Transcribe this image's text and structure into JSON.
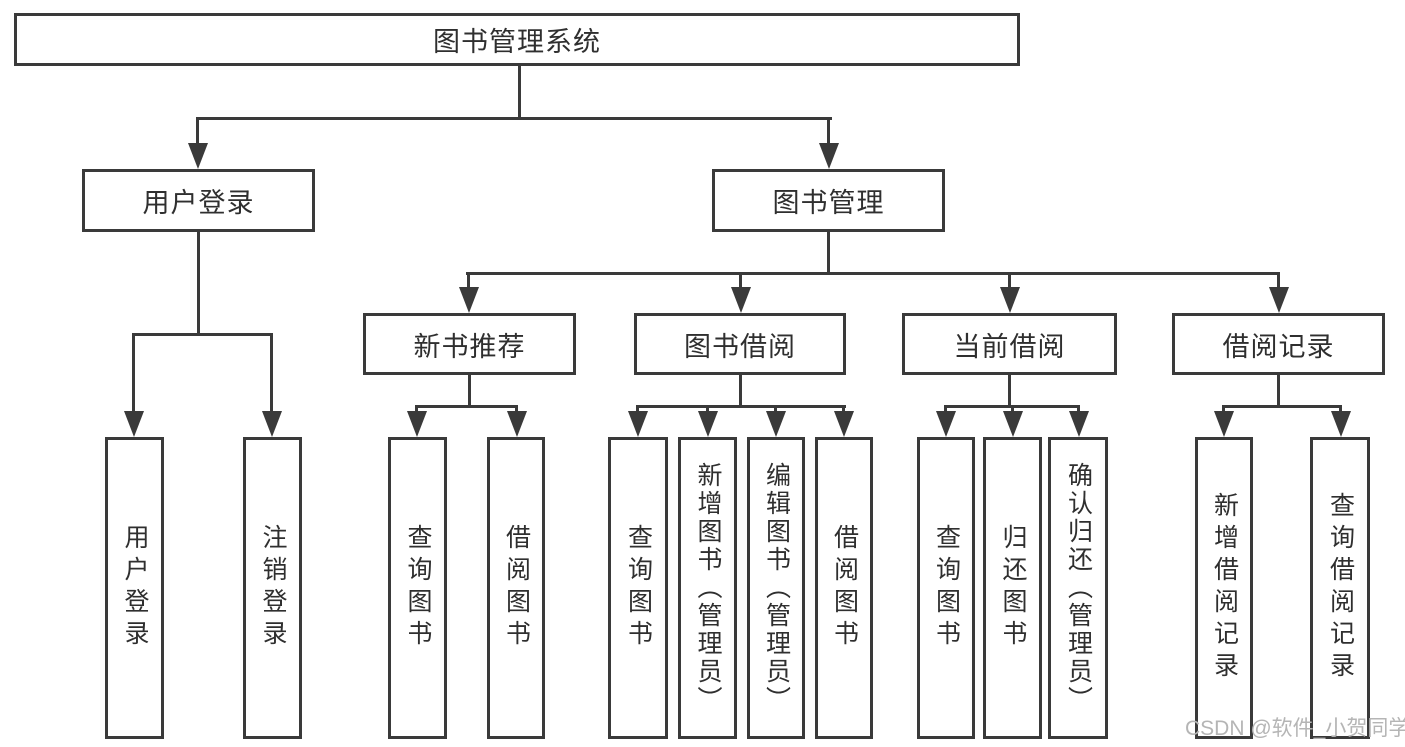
{
  "watermark": {
    "text": "CSDN @软件_小贺同学"
  },
  "colors": {
    "line": "#3a3a3a",
    "text": "#2f2f2f",
    "watermark": "#b5b5b5",
    "background": "#ffffff"
  },
  "tree": {
    "root": {
      "label": "图书管理系统",
      "children": [
        {
          "label": "用户登录",
          "children": [
            {
              "label": "用户登录"
            },
            {
              "label": "注销登录"
            }
          ]
        },
        {
          "label": "图书管理",
          "children": [
            {
              "label": "新书推荐",
              "children": [
                {
                  "label": "查询图书"
                },
                {
                  "label": "借阅图书"
                }
              ]
            },
            {
              "label": "图书借阅",
              "children": [
                {
                  "label": "查询图书"
                },
                {
                  "label": "新增图书（管理员）"
                },
                {
                  "label": "编辑图书（管理员）"
                },
                {
                  "label": "借阅图书"
                }
              ]
            },
            {
              "label": "当前借阅",
              "children": [
                {
                  "label": "查询图书"
                },
                {
                  "label": "归还图书"
                },
                {
                  "label": "确认归还（管理员）"
                }
              ]
            },
            {
              "label": "借阅记录",
              "children": [
                {
                  "label": "新增借阅记录"
                },
                {
                  "label": "查询借阅记录"
                }
              ]
            }
          ]
        }
      ]
    }
  }
}
